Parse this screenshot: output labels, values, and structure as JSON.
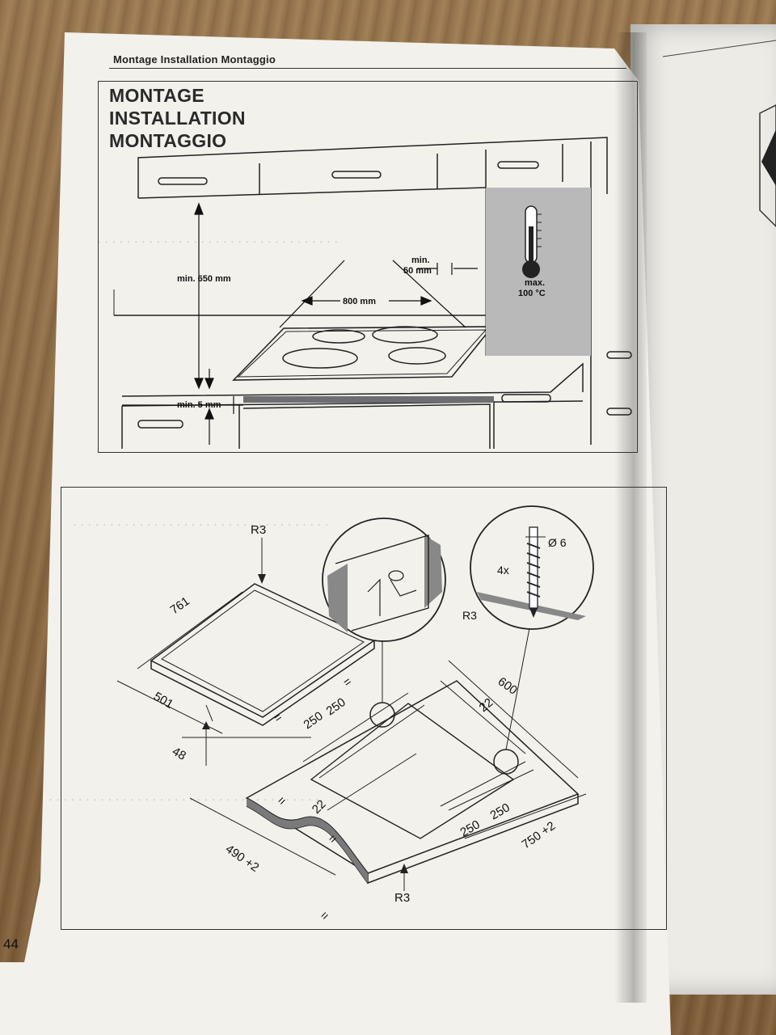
{
  "header": {
    "running_title": "Montage Installation Montaggio",
    "page_number": "44"
  },
  "title": {
    "line1": "MONTAGE",
    "line2": "INSTALLATION",
    "line3": "MONTAGGIO"
  },
  "figure1": {
    "min_650": "min. 650 mm",
    "min_5": "min. 5 mm",
    "w_800": "800 mm",
    "min_50_line1": "min.",
    "min_50_line2": "50 mm",
    "max_line1": "max.",
    "max_line2": "100 °C"
  },
  "figure2": {
    "r3_top": "R3",
    "r3_bottom": "R3",
    "r3_screw": "R3",
    "screw_count": "4x",
    "screw_diameter": "Ø 6",
    "dim_761": "761",
    "dim_501": "501",
    "dim_48": "48",
    "dim_600": "600",
    "dim_22_top": "22",
    "dim_22_mid": "22",
    "dim_250_a": "250",
    "dim_250_b": "250",
    "dim_250_c": "250",
    "dim_250_d": "250",
    "dim_750": "750 +2",
    "dim_490": "490 +2",
    "equal": "="
  }
}
